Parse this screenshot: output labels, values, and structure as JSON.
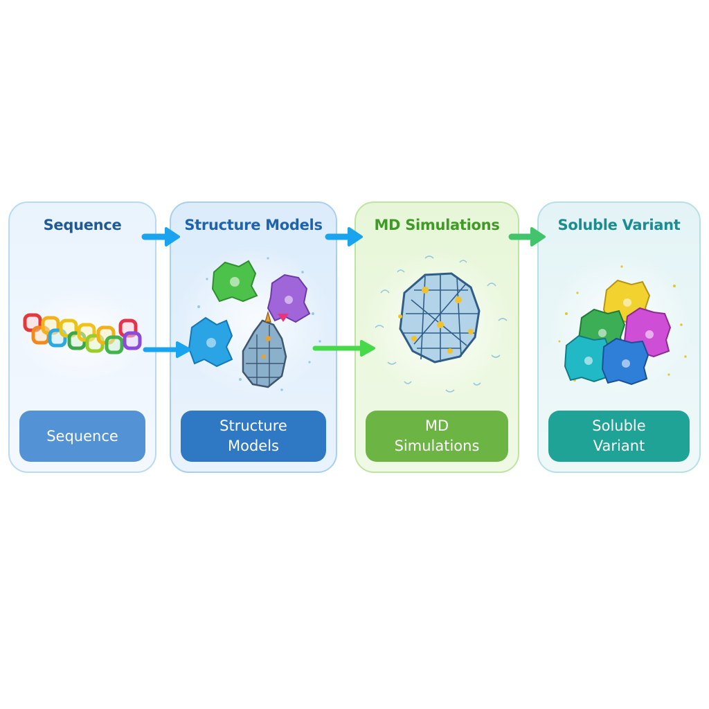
{
  "steps": [
    {
      "title": "Sequence",
      "label": "Sequence"
    },
    {
      "title": "Structure Models",
      "label": "Structure\nModels"
    },
    {
      "title": "MD Simulations",
      "label": "MD\nSimulations"
    },
    {
      "title": "Soluble Variant",
      "label": "Soluble\nVariant"
    }
  ],
  "colors": {
    "arrow_blue": "#1aa3ee",
    "arrow_green": "#48d94a",
    "arrow_teal_green": "#41c46b"
  },
  "icons": [
    "sequence-beads-icon",
    "protein-models-icon",
    "md-simulation-icon",
    "soluble-variant-icon",
    "arrow-right-icon"
  ]
}
